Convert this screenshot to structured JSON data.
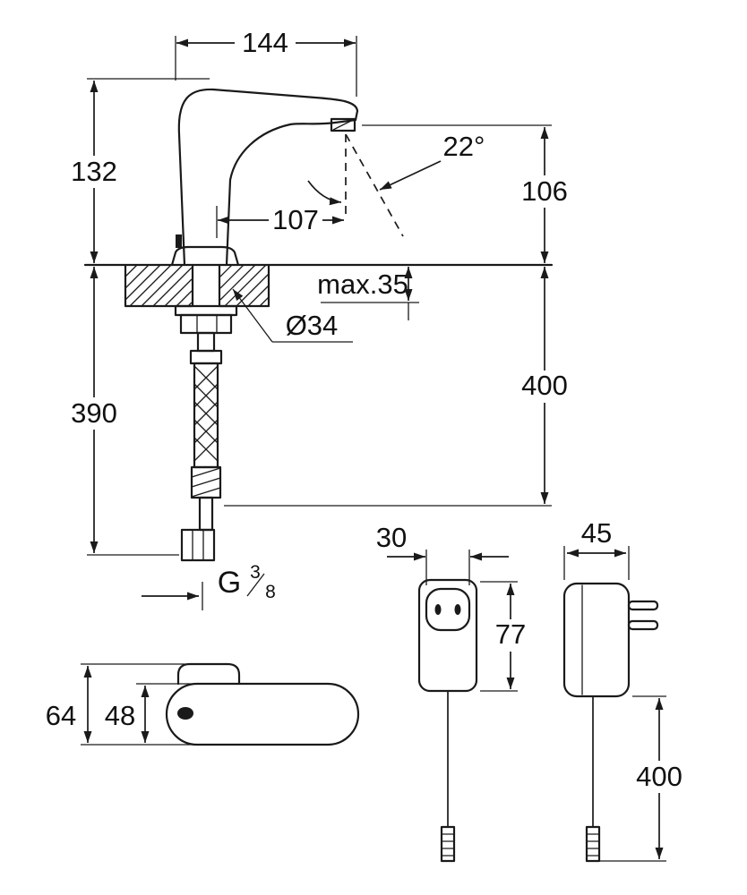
{
  "side_view": {
    "spout_reach": "144",
    "body_height": "132",
    "sensor_range": "107",
    "spout_angle": "22°",
    "outlet_height": "106",
    "deck_thickness": "max.35",
    "hole_diameter": "Ø34",
    "hose_drop": "400",
    "under_deck_height": "390",
    "thread": {
      "prefix": "G",
      "numerator": "3",
      "denominator": "8"
    }
  },
  "top_view": {
    "total_depth": "64",
    "body_depth": "48"
  },
  "psu_front": {
    "plug_width": "30",
    "body_height": "77"
  },
  "psu_side": {
    "body_depth": "45",
    "cable_length": "400"
  }
}
